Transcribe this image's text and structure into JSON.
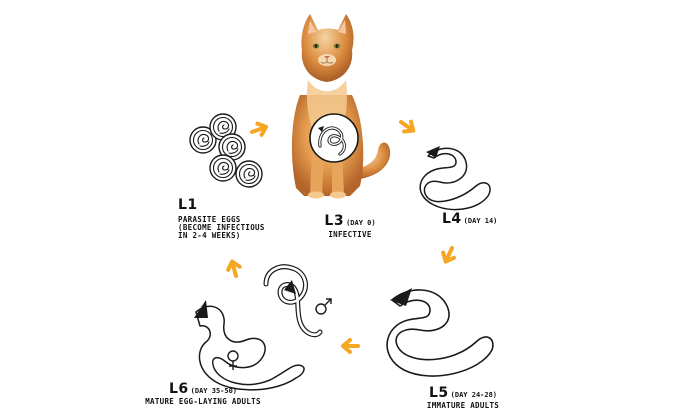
{
  "colors": {
    "arrow": "#F5A623",
    "line": "#1a1a1a",
    "cat_fur": "#D98A3C",
    "cat_fur_light": "#F3C98F",
    "cat_fur_dark": "#B4652A"
  },
  "icons": {
    "arrow": "arrow-right-icon",
    "female": "female-symbol-icon",
    "male": "male-symbol-icon"
  },
  "stages": {
    "l1": {
      "code": "L1",
      "day": "",
      "desc": [
        "PARASITE EGGS",
        "(BECOME INFECTIOUS",
        "IN 2-4 WEEKS)"
      ]
    },
    "l3": {
      "code": "L3",
      "day": "(DAY 0)",
      "desc": [
        "INFECTIVE"
      ]
    },
    "l4": {
      "code": "L4",
      "day": "(DAY 14)",
      "desc": []
    },
    "l5": {
      "code": "L5",
      "day": "(DAY 24-28)",
      "desc": [
        "IMMATURE ADULTS"
      ]
    },
    "l6": {
      "code": "L6",
      "day": "(DAY 35-50)",
      "desc": [
        "MATURE EGG-LAYING ADULTS"
      ]
    }
  }
}
